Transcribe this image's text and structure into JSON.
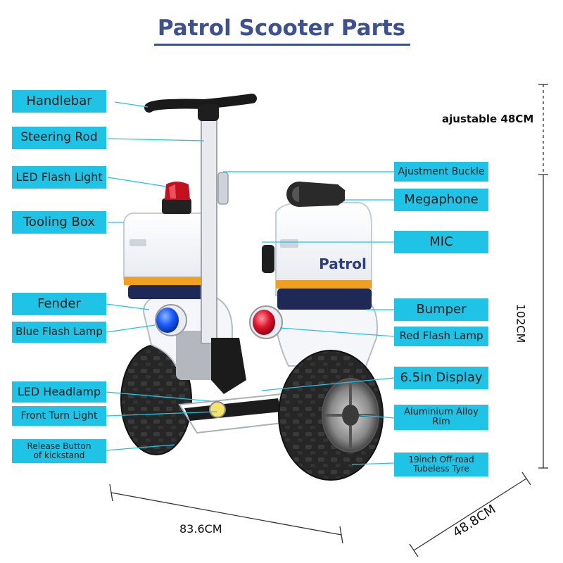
{
  "title": "Patrol Scooter Parts",
  "labels_left": {
    "handlebar": "Handlebar",
    "steering_rod": "Steering Rod",
    "led_flash_light": "LED Flash Light",
    "tooling_box": "Tooling Box",
    "fender": "Fender",
    "blue_flash_lamp": "Blue Flash Lamp",
    "led_headlamp": "LED Headlamp",
    "front_turn_light": "Front Turn Light",
    "release_button_line1": "Release Button",
    "release_button_line2": "of kickstand"
  },
  "labels_right": {
    "adjustment_buckle": "Ajustment Buckle",
    "megaphone": "Megaphone",
    "mic": "MIC",
    "bumper": "Bumper",
    "red_flash_lamp": "Red Flash Lamp",
    "display": "6.5in Display",
    "rim_line1": "Aluminium Alloy",
    "rim_line2": "Rim",
    "tyre_line1": "19inch Off-road",
    "tyre_line2": "Tubeless Tyre"
  },
  "box_text": "Patrol",
  "dimensions": {
    "handle_adjust": "ajustable  48CM",
    "height": "102CM",
    "length": "83.6CM",
    "width": "48.8CM"
  },
  "colors": {
    "label_bg": "#1fc3e6",
    "title": "#3d5090",
    "box_stripe_orange": "#f0a020",
    "box_stripe_navy": "#1e2a55",
    "blue_lamp": "#1a5cff",
    "red_lamp": "#e01530"
  }
}
